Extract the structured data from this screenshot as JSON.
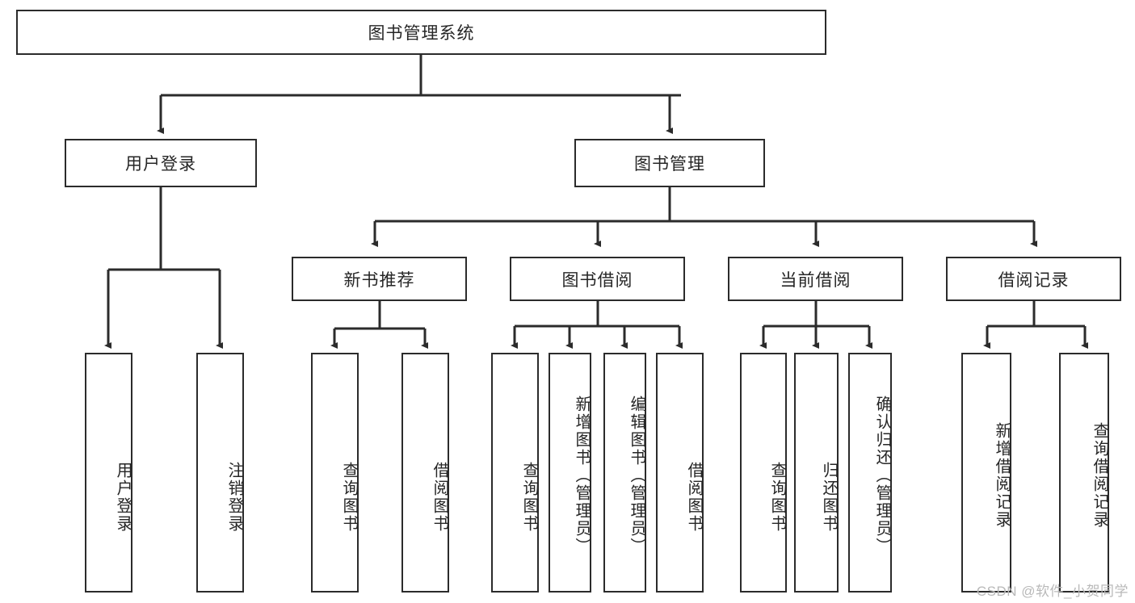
{
  "diagram": {
    "title": "图书管理系统",
    "type": "hierarchy-tree",
    "watermark": "CSDN @软件_小贺同学",
    "colors": {
      "box_border": "#2b2b2b",
      "box_fill": "#ffffff",
      "edge": "#2b2b2b",
      "text": "#262626",
      "watermark": "#b9b9b9"
    },
    "root": {
      "label": "图书管理系统"
    },
    "level2": [
      {
        "label": "用户登录"
      },
      {
        "label": "图书管理"
      }
    ],
    "level3": [
      {
        "label": "新书推荐"
      },
      {
        "label": "图书借阅"
      },
      {
        "label": "当前借阅"
      },
      {
        "label": "借阅记录"
      }
    ],
    "leaves": {
      "user_login": [
        {
          "label": "用户登录"
        },
        {
          "label": "注销登录"
        }
      ],
      "new_book": [
        {
          "label": "查询图书"
        },
        {
          "label": "借阅图书"
        }
      ],
      "borrow_book": [
        {
          "label": "查询图书"
        },
        {
          "label": "新增图书（管理员）"
        },
        {
          "label": "编辑图书（管理员）"
        },
        {
          "label": "借阅图书"
        }
      ],
      "current_borrow": [
        {
          "label": "查询图书"
        },
        {
          "label": "归还图书"
        },
        {
          "label": "确认归还（管理员）"
        }
      ],
      "borrow_record": [
        {
          "label": "新增借阅记录"
        },
        {
          "label": "查询借阅记录"
        }
      ]
    }
  }
}
